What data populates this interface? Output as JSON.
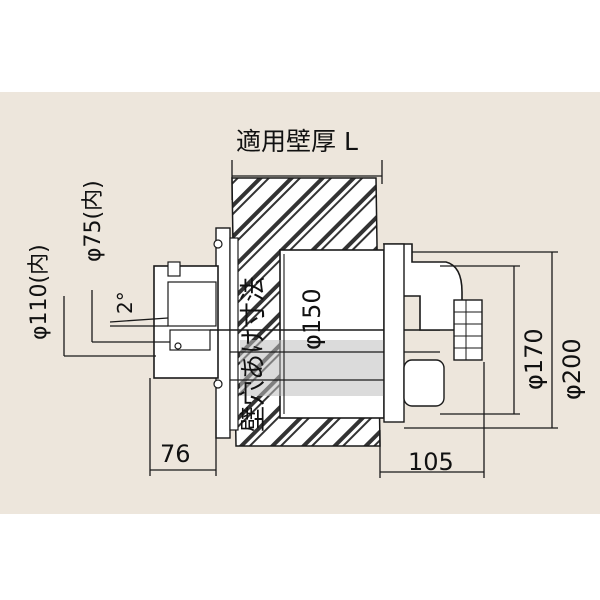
{
  "colors": {
    "panel": "#ede6dc",
    "body_fill": "#ffffff",
    "shade": "#bdbdbd",
    "line": "#1a1a1a"
  },
  "labels": {
    "wall_thickness": "適用壁厚 L",
    "phi110": "φ110(内)",
    "phi75": "φ75(内)",
    "angle": "2°",
    "wall_hole": "壁穴あけ寸法",
    "phi150": "φ150",
    "phi170": "φ170",
    "phi200": "φ200",
    "dim76": "76",
    "dim105": "105"
  }
}
